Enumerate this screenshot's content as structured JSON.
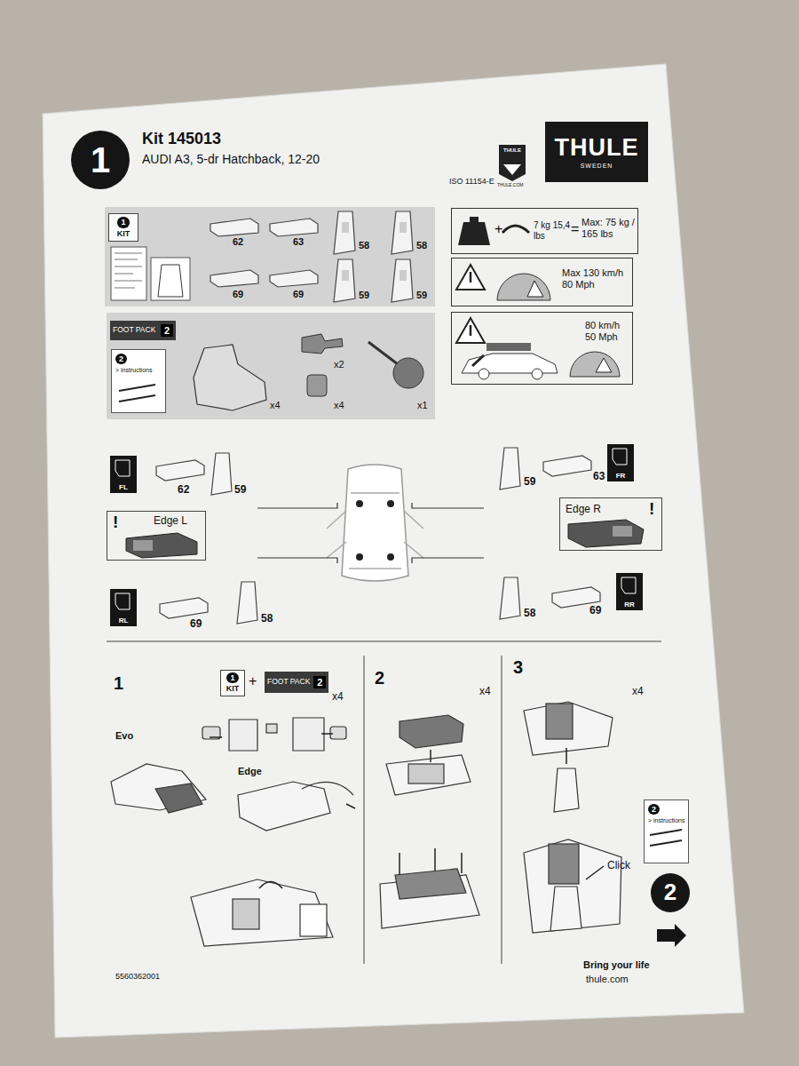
{
  "diagram": {
    "title": "Kit 145013",
    "nodes": [
      {
        "text": [
          "1"
        ]
      },
      {
        "text": [
          "THULE",
          "SWEDEN"
        ]
      },
      {
        "text": [
          "1",
          "KIT"
        ]
      },
      {
        "text": [
          "FOOT PACK",
          "2"
        ]
      },
      {
        "text": [
          "2",
          "> instructions"
        ]
      },
      {
        "text": [
          "+",
          "7 kg 15,4 lbs",
          "=",
          "Max: 75 kg / 165 lbs"
        ]
      },
      {
        "text": [
          "Max 130 km/h 80 Mph"
        ]
      },
      {
        "text": [
          "80 km/h 50 Mph"
        ]
      },
      {
        "text": [
          "FL"
        ]
      },
      {
        "text": [
          "FR"
        ]
      },
      {
        "text": [
          "RL"
        ]
      },
      {
        "text": [
          "RR"
        ]
      },
      {
        "text": [
          "!",
          "Edge L"
        ]
      },
      {
        "text": [
          "Edge R",
          "!"
        ]
      },
      {
        "text": [
          "1",
          "KIT"
        ]
      },
      {
        "text": [
          "FOOT PACK",
          "2"
        ]
      },
      {
        "text": [
          "2",
          "> instructions"
        ]
      },
      {
        "text": [
          "2"
        ]
      }
    ],
    "labels": [
      "AUDI A3, 5-dr Hatchback, 12-20",
      "ISO 11154-E",
      "THULE",
      "THULE.COM",
      "62",
      "63",
      "58",
      "58",
      "69",
      "69",
      "59",
      "59",
      "x4",
      "x2",
      "x4",
      "x1",
      "62",
      "59",
      "59",
      "63",
      "69",
      "58",
      "58",
      "69",
      "1",
      "+",
      "x4",
      "Evo",
      "Edge",
      "2",
      "x4",
      "3",
      "x4",
      "Click",
      "5560362001",
      "Bring your life",
      "thule.com"
    ]
  }
}
